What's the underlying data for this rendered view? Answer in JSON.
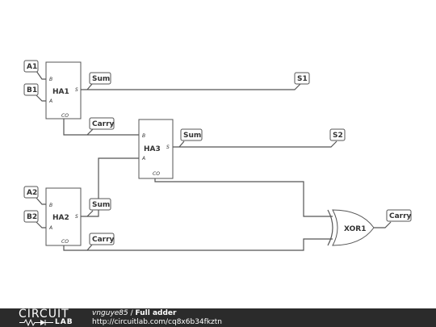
{
  "diagram": {
    "inputs": {
      "a1": "A1",
      "b1": "B1",
      "a2": "A2",
      "b2": "B2"
    },
    "outputs": {
      "s1": "S1",
      "s2": "S2",
      "carry_out": "Carry"
    },
    "blocks": [
      {
        "id": "ha1",
        "title": "HA1",
        "pin_b": "B",
        "pin_a": "A",
        "pin_s": "S",
        "pin_co": "CO"
      },
      {
        "id": "ha3",
        "title": "HA3",
        "pin_b": "B",
        "pin_a": "A",
        "pin_s": "S",
        "pin_co": "CO"
      },
      {
        "id": "ha2",
        "title": "HA2",
        "pin_b": "B",
        "pin_a": "A",
        "pin_s": "S",
        "pin_co": "CO"
      }
    ],
    "net_labels": {
      "ha1_sum": "Sum",
      "ha1_carry": "Carry",
      "ha3_sum": "Sum",
      "ha2_sum": "Sum",
      "ha2_carry": "Carry"
    },
    "gate": {
      "title": "XOR1"
    }
  },
  "footer": {
    "logo_top": "CIRCUIT",
    "logo_bottom": "LAB",
    "author": "vnguye85",
    "separator": " / ",
    "title": "Full adder",
    "url": "http://circuitlab.com/cq8x6b34fkztn"
  }
}
